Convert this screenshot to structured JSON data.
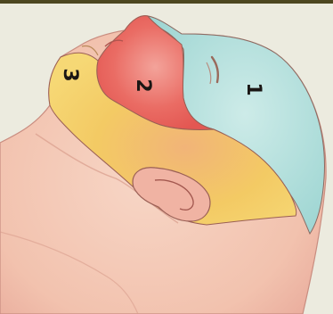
{
  "colors": {
    "background": "#ecebdf",
    "top_band": "#4d4720",
    "skin": "#f4c9b6",
    "skin_shadow": "#e8a99a",
    "region_1": "#a7dbd8",
    "region_2": "#e85f5b",
    "region_3": "#f3cc63",
    "outline": "#9a5f55",
    "label": "#1a1614"
  },
  "regions": [
    {
      "id": "forehead-region",
      "label": "1",
      "color": "#a7dbd8"
    },
    {
      "id": "midface-region",
      "label": "2",
      "color": "#e85f5b"
    },
    {
      "id": "lower-face-region",
      "label": "3",
      "color": "#f3cc63"
    }
  ]
}
